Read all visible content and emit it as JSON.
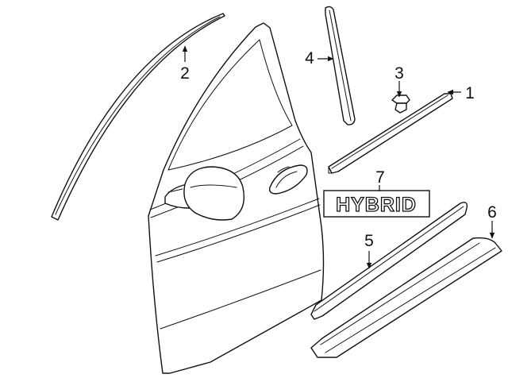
{
  "callouts": {
    "c1": "1",
    "c2": "2",
    "c3": "3",
    "c4": "4",
    "c5": "5",
    "c6": "6",
    "c7": "7"
  },
  "emblem": {
    "text": "HYBRID"
  }
}
